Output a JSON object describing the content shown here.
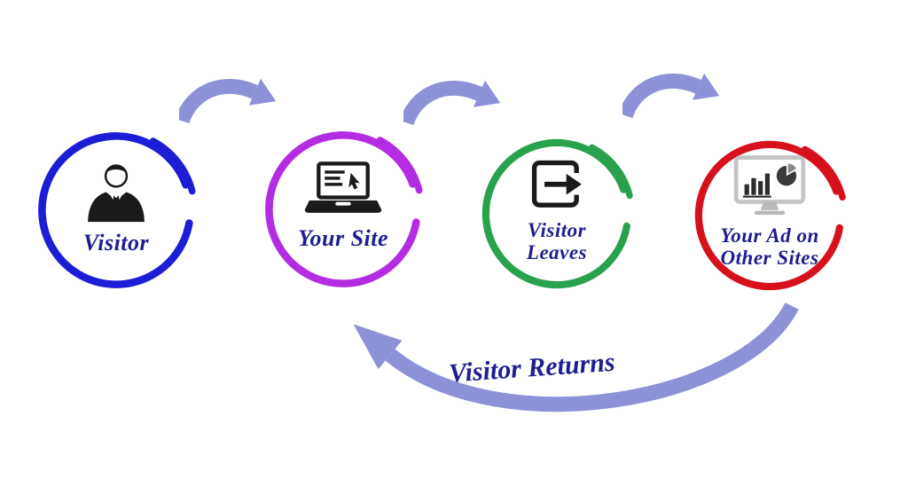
{
  "diagram": {
    "type": "flow",
    "background_color": "#ffffff",
    "arrow_color": "#8d92d8",
    "label_color": "#1e1e8f",
    "icon_color": "#1a1a1a",
    "steps": [
      {
        "id": "visitor",
        "icon": "businessman-icon",
        "ring_color": "#1d1dd6",
        "lines": [
          "Visitor"
        ]
      },
      {
        "id": "your-site",
        "icon": "laptop-site-icon",
        "ring_color": "#b32ce2",
        "lines": [
          "Your Site"
        ]
      },
      {
        "id": "visitor-leaves",
        "icon": "exit-arrow-icon",
        "ring_color": "#28a24d",
        "lines": [
          "Visitor",
          "Leaves"
        ]
      },
      {
        "id": "your-ad-on-other-sites",
        "icon": "ad-analytics-monitor-icon",
        "ring_color": "#d6111b",
        "lines": [
          "Your Ad on",
          "Other Sites"
        ]
      }
    ],
    "flow_arrows": [
      {
        "from": "visitor",
        "to": "your-site"
      },
      {
        "from": "your-site",
        "to": "visitor-leaves"
      },
      {
        "from": "visitor-leaves",
        "to": "your-ad-on-other-sites"
      }
    ],
    "return_arrow": {
      "label": "Visitor Returns",
      "from": "your-ad-on-other-sites",
      "to": "your-site"
    }
  }
}
